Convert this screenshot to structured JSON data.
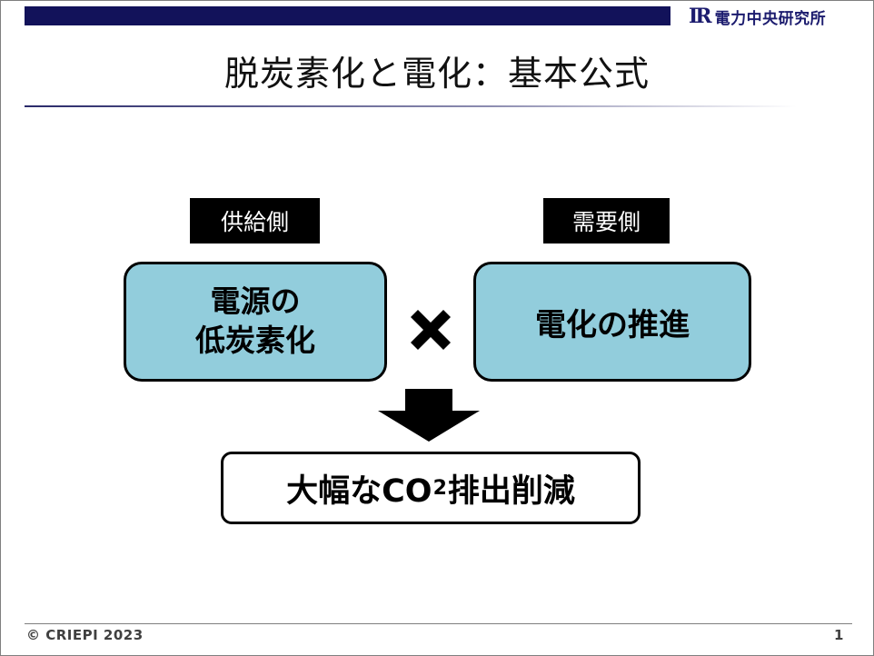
{
  "header": {
    "logo_mark": "IR",
    "logo_text": "電力中央研究所"
  },
  "title": "脱炭素化と電化：基本公式",
  "supply": {
    "label": "供給側",
    "box_line1": "電源の",
    "box_line2": "低炭素化"
  },
  "demand": {
    "label": "需要側",
    "box_text": "電化の推進"
  },
  "result": {
    "prefix": "大幅なCO",
    "subscript": "2",
    "suffix": "排出削減"
  },
  "footer": {
    "copyright": "© CRIEPI 2023",
    "page_number": "1"
  },
  "colors": {
    "top_bar": "#12125a",
    "box_fill": "#92cddc",
    "label_bg": "#000000"
  }
}
